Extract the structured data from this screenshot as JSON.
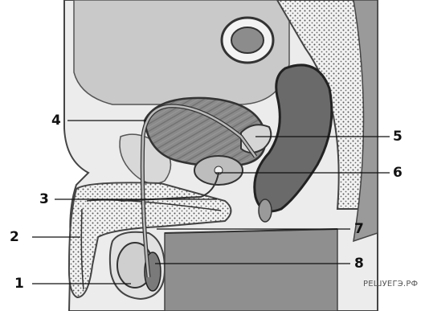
{
  "labels": [
    "1",
    "2",
    "3",
    "4",
    "5",
    "6",
    "7",
    "8"
  ],
  "watermark": "РЕШУЕГЭ.РФ"
}
